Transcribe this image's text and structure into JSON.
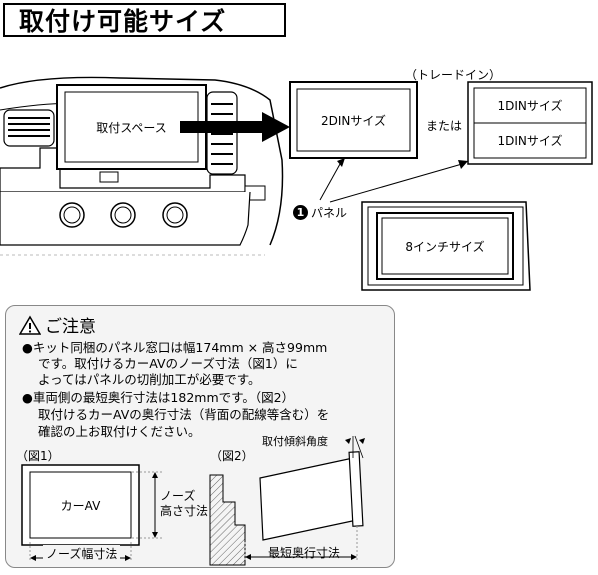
{
  "title": "取付け可能サイズ",
  "diagram": {
    "space_label": "取付スペース",
    "din2_label": "2DINサイズ",
    "trade_in_label": "（トレードイン）",
    "or_label": "または",
    "din1_top_label": "1DINサイズ",
    "din1_bottom_label": "1DINサイズ",
    "panel_label": "パネル",
    "panel_number": "1",
    "inch8_label": "8インチサイズ"
  },
  "notes": {
    "heading": "ご注意",
    "lines": [
      "●キット同梱のパネル窓口は幅174mm × 高さ99mm",
      "です。取付けるカーAVのノーズ寸法（図1）に",
      "よってはパネルの切削加工が必要です。",
      "●車両側の最短奥行寸法は182mmです。（図2）",
      "取付けるカーAVの奥行寸法（背面の配線等含む）を",
      "確認の上お取付けください。"
    ],
    "fig1": {
      "caption": "（図1）",
      "unit_label": "カーAV",
      "height_label_line1": "ノーズ",
      "height_label_line2": "高さ寸法",
      "width_label": "ノーズ幅寸法"
    },
    "fig2": {
      "caption": "（図2）",
      "angle_label": "取付傾斜角度",
      "depth_label": "最短奥行寸法"
    }
  },
  "colors": {
    "dash_gray": "#bdbdbd",
    "box_border": "#000000",
    "notes_bg": "#f4f4f4",
    "hatch": "#666666"
  }
}
